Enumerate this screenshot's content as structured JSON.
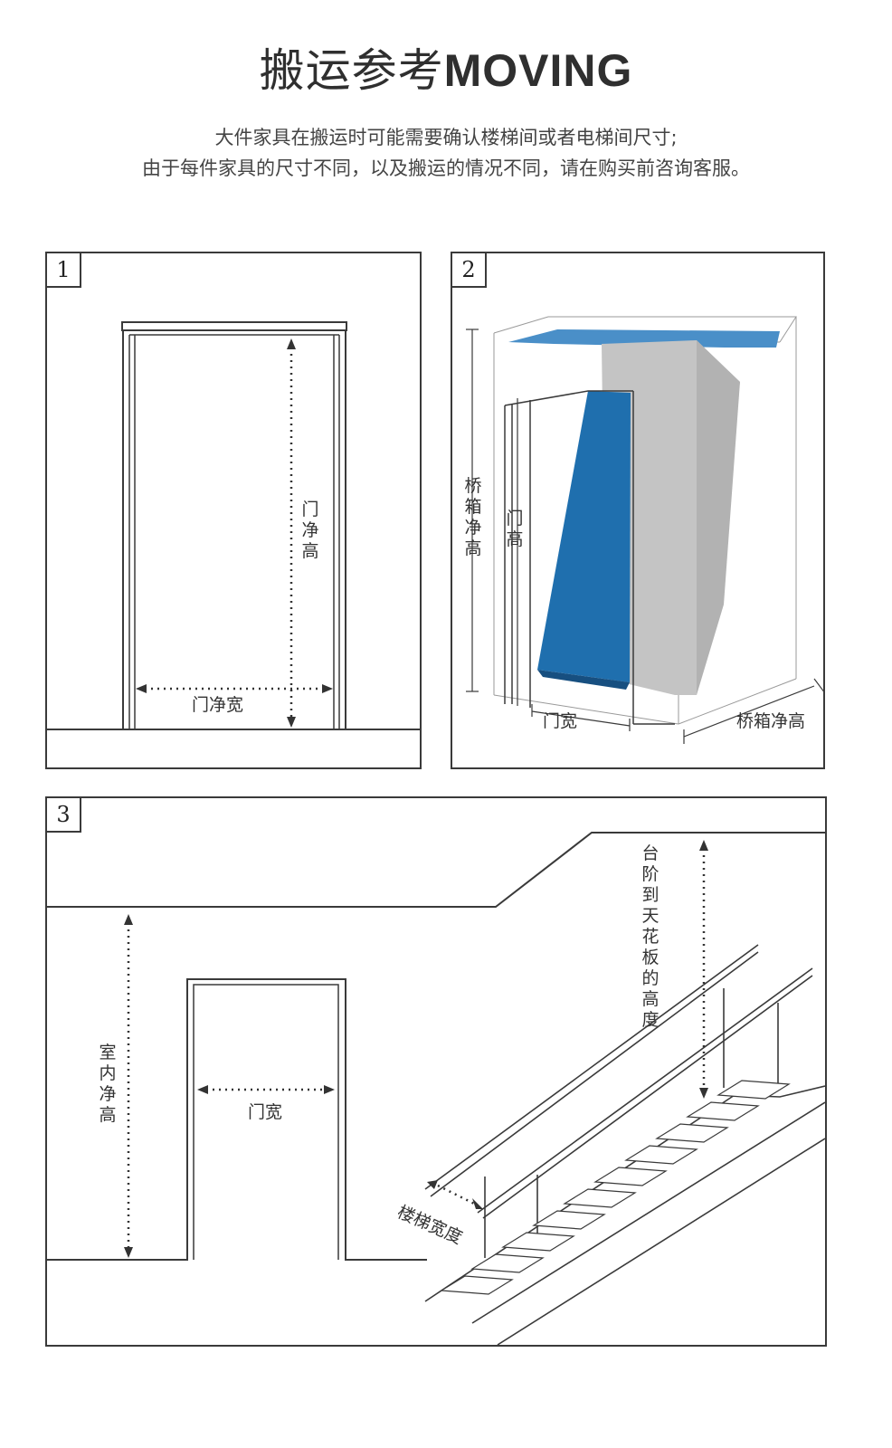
{
  "header": {
    "title_cn": "搬运参考",
    "title_en": "MOVING",
    "line1": "大件家具在搬运时可能需要确认楼梯间或者电梯间尺寸;",
    "line2": "由于每件家具的尺寸不同，以及搬运的情况不同，请在购买前咨询客服。"
  },
  "panel1": {
    "number": "1",
    "door_clear_height": "门净高",
    "door_clear_width": "门净宽"
  },
  "panel2": {
    "number": "2",
    "car_clear_height": "桥箱净高",
    "door_height": "门高",
    "door_width": "门宽",
    "car_clear_depth": "桥箱净高"
  },
  "panel3": {
    "number": "3",
    "room_clear_height": "室内净高",
    "door_width": "门宽",
    "step_to_ceiling": "台阶到天花板的高度",
    "stair_width": "楼梯宽度"
  },
  "colors": {
    "line": "#3a3a3a",
    "blue": "#1f6fae",
    "blue_light": "#4a8fc8",
    "gray_box": "#c8c8c8"
  }
}
